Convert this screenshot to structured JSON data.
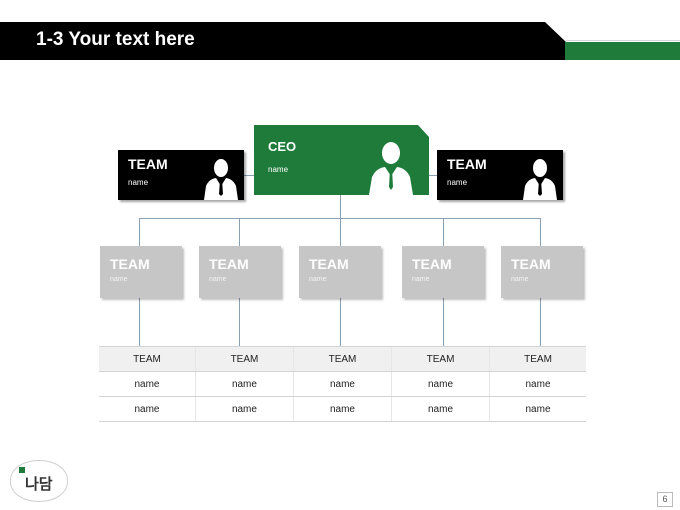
{
  "header": {
    "title": "1-3 Your text here"
  },
  "ceo": {
    "title": "CEO",
    "name": "name"
  },
  "top_teams": [
    {
      "title": "TEAM",
      "name": "name"
    },
    {
      "title": "TEAM",
      "name": "name"
    }
  ],
  "sub_teams": [
    {
      "title": "TEAM",
      "name": "name"
    },
    {
      "title": "TEAM",
      "name": "name"
    },
    {
      "title": "TEAM",
      "name": "name"
    },
    {
      "title": "TEAM",
      "name": "name"
    },
    {
      "title": "TEAM",
      "name": "name"
    }
  ],
  "table": {
    "headers": [
      "TEAM",
      "TEAM",
      "TEAM",
      "TEAM",
      "TEAM"
    ],
    "rows": [
      [
        "name",
        "name",
        "name",
        "name",
        "name"
      ],
      [
        "name",
        "name",
        "name",
        "name",
        "name"
      ]
    ]
  },
  "logo": {
    "text": "나담"
  },
  "page_number": "6",
  "colors": {
    "accent": "#1e7b3a",
    "dark": "#000000",
    "grey": "#c6c6c6"
  }
}
